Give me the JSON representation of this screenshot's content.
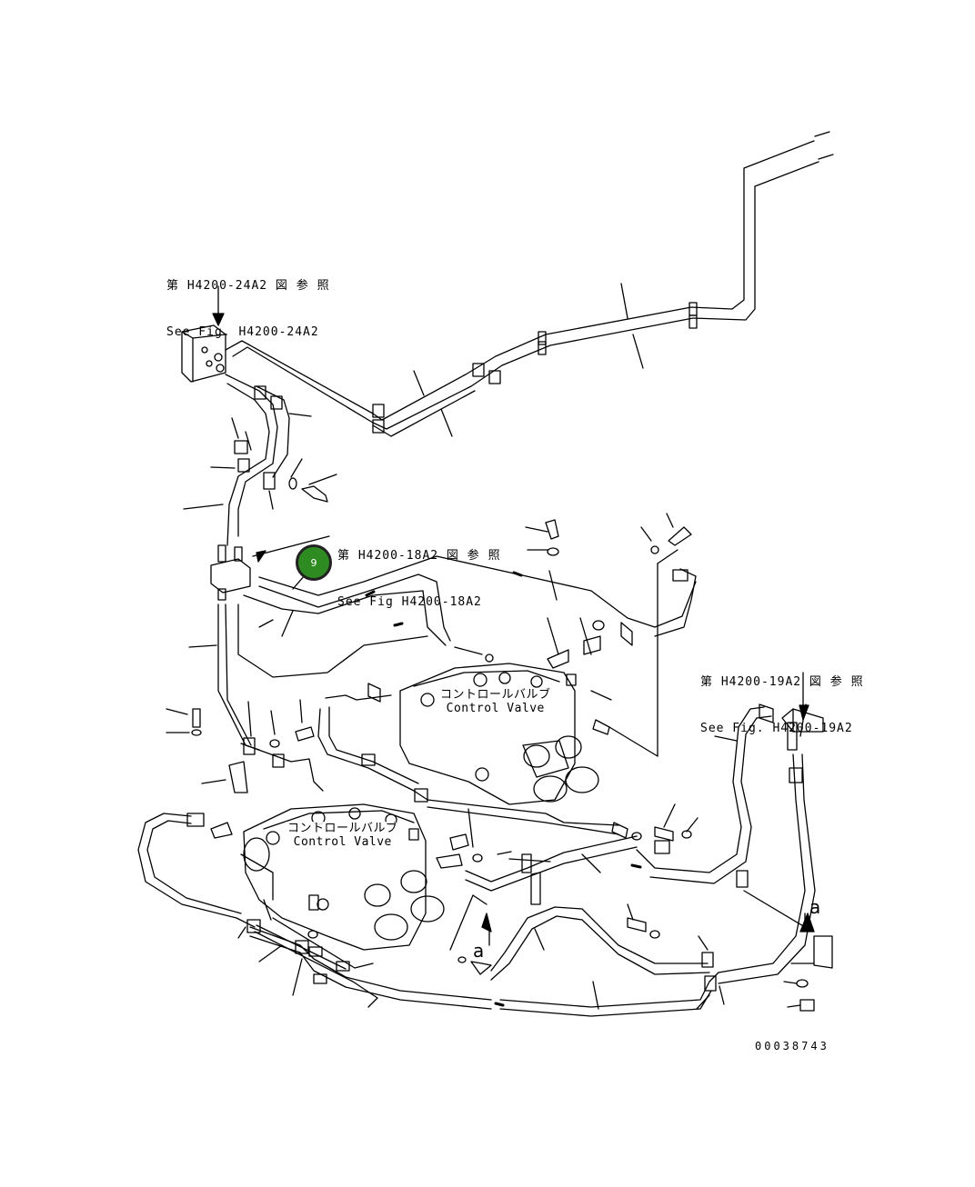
{
  "references": [
    {
      "id": "ref-24a2",
      "jp": "第 H4200-24A2 図 参 照",
      "en": "See Fig. H4200-24A2"
    },
    {
      "id": "ref-18a2",
      "jp": "第 H4200-18A2 図 参 照",
      "en": "See Fig H4200-18A2"
    },
    {
      "id": "ref-19a2",
      "jp": "第 H4200-19A2 図 参 照",
      "en": "See Fig. H4200-19A2"
    }
  ],
  "control_valves": [
    {
      "jp": "コントロールバルブ",
      "en": "Control Valve"
    },
    {
      "jp": "コントロールバルブ",
      "en": "Control Valve"
    }
  ],
  "callout": {
    "label": "9",
    "color": "#2e8b22"
  },
  "marker": "a",
  "drawing_number": "00038743"
}
